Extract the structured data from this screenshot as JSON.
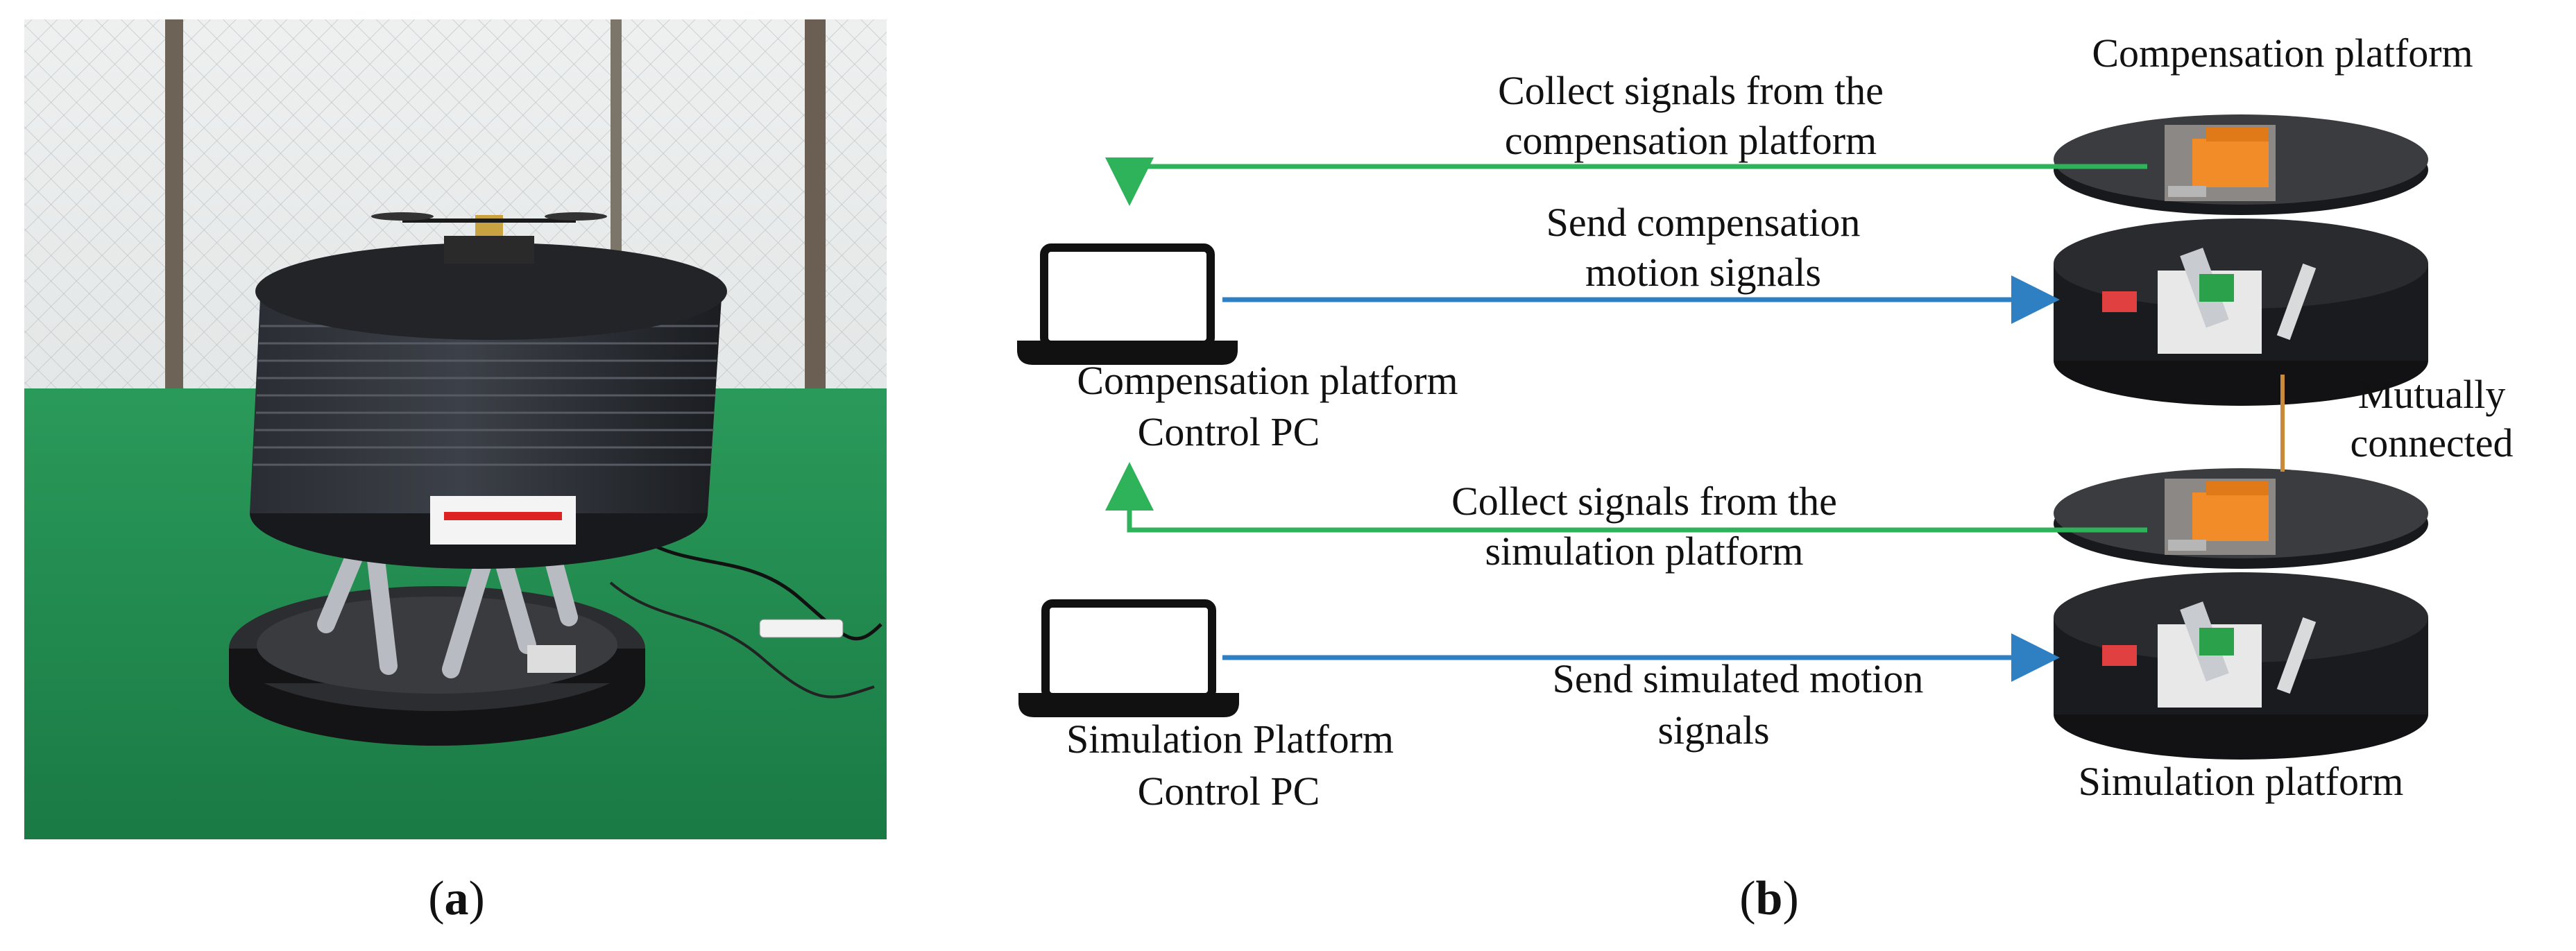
{
  "colors": {
    "collect_arrow": "#2fb35a",
    "send_arrow": "#2f7fc3",
    "link_line": "#c98a3a",
    "platform_top": "#3b3b3b",
    "platform_base": "#1c1c1c",
    "sensor_box": "#f28c28",
    "field_green": "#1f8a4e"
  },
  "panel_a": {
    "caption_open": "(",
    "caption_letter": "a",
    "caption_close": ")",
    "photo_icons": [
      "wave-compensation-platform-photo",
      "drone-icon",
      "cable-drum-icon"
    ]
  },
  "panel_b": {
    "caption_open": "(",
    "caption_letter": "b",
    "caption_close": ")",
    "compensation_platform_title": "Compensation platform",
    "simulation_platform_title": "Simulation platform",
    "collect_comp_line1": "Collect signals from the",
    "collect_comp_line2": "compensation platform",
    "send_comp_line1": "Send compensation",
    "send_comp_line2": "motion signals",
    "comp_pc_line1": "Compensation platform",
    "comp_pc_line2": "Control PC",
    "mutual_line1": "Mutually",
    "mutual_line2": "connected",
    "collect_sim_line1": "Collect signals from the",
    "collect_sim_line2": "simulation platform",
    "send_sim_line1": "Send simulated motion",
    "send_sim_line2": "signals",
    "sim_pc_line1": "Simulation Platform",
    "sim_pc_line2": "Control PC"
  }
}
